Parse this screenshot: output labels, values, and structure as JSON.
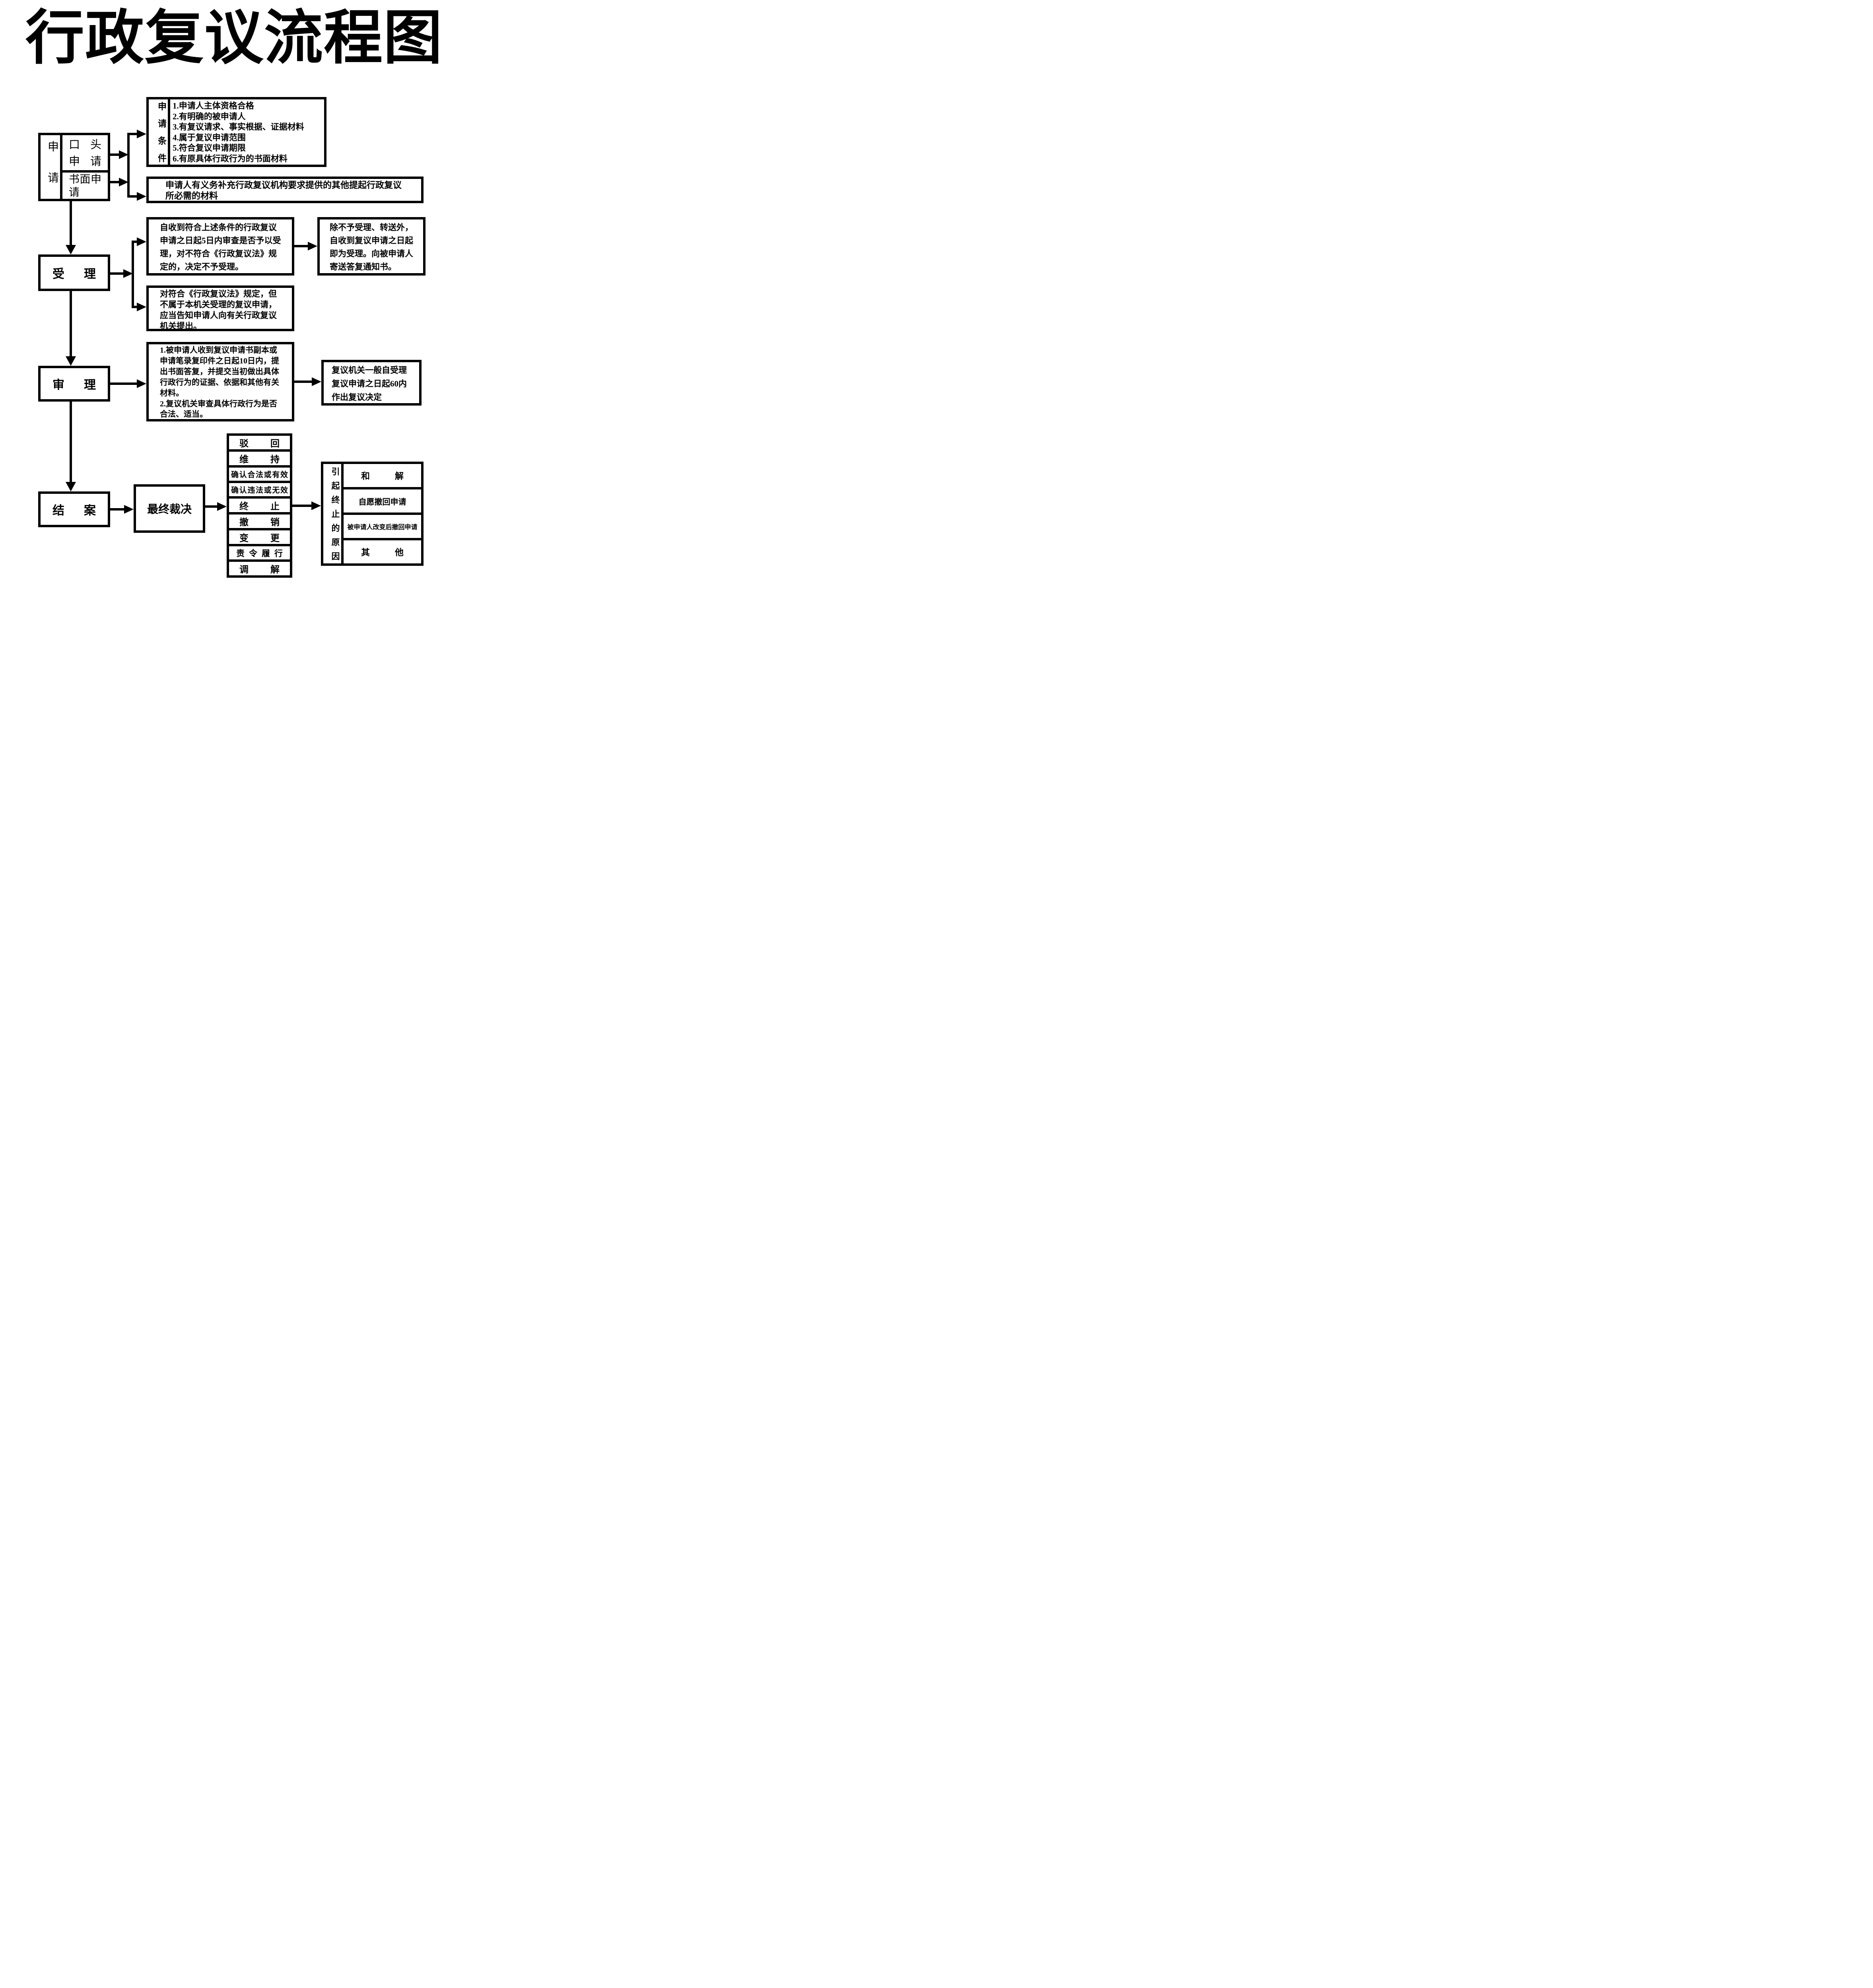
{
  "title": "行政复议流程图",
  "colors": {
    "ink": "#000000",
    "background": "#ffffff"
  },
  "apply": {
    "label": "申请",
    "oral": "口头申请",
    "written": "书面申请"
  },
  "conditions": {
    "label": "申请条件",
    "items": [
      "1.申请人主体资格合格",
      "2.有明确的被申请人",
      "3.有复议请求、事实根据、证据材料",
      "4.属于复议申请范围",
      "5.符合复议申请期限",
      "6.有原具体行政行为的书面材料"
    ]
  },
  "supplement_note": "申请人有义务补充行政复议机构要求提供的其他提起行政复议所必需的材料",
  "accept": {
    "label": "受理",
    "review_note": "自收到符合上述条件的行政复议申请之日起5日内审查是否予以受理，对不符合《行政复议法》规定的，决定不予受理。",
    "accepted_note": "除不予受理、转送外，自收到复议申请之日起即为受理。向被申请人寄送答复通知书。",
    "transfer_note": "对符合《行政复议法》规定，但不属于本机关受理的复议申请，应当告知申请人向有关行政复议机关提出。"
  },
  "review": {
    "label": "审理",
    "items": [
      "1.被申请人收到复议申请书副本或申请笔录复印件之日起10日内，提出书面答复，并提交当初做出具体行政行为的证据、依据和其他有关材料。",
      "2.复议机关审查具体行政行为是否合法、适当。"
    ],
    "decision_note": "复议机关一般自受理复议申请之日起60内作出复议决定"
  },
  "closing": {
    "label": "结案",
    "final_label": "最终裁决"
  },
  "outcomes": [
    "驳回",
    "维持",
    "确认合法或有效",
    "确认违法或无效",
    "终止",
    "撤销",
    "变更",
    "责令履行",
    "调解"
  ],
  "termination": {
    "label": "引起终止的原因",
    "reasons": [
      "和解",
      "自愿撤回申请",
      "被申请人改变后撤回申请",
      "其他"
    ]
  }
}
